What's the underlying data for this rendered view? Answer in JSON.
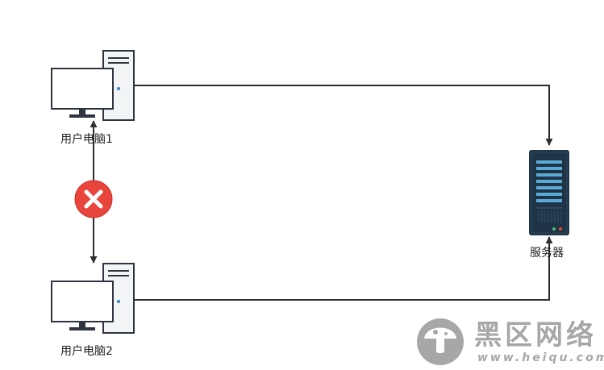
{
  "nodes": {
    "pc1": {
      "label": "用户电脑1",
      "icon": "desktop-computer-icon"
    },
    "pc2": {
      "label": "用户电脑2",
      "icon": "desktop-computer-icon"
    },
    "server": {
      "label": "服务器",
      "icon": "server-rack-icon"
    }
  },
  "edges": [
    {
      "from": "pc1",
      "to": "server",
      "style": "arrow"
    },
    {
      "from": "pc2",
      "to": "server",
      "style": "arrow"
    },
    {
      "from": "pc1",
      "to": "pc2",
      "style": "double-arrow",
      "blocked": true,
      "marker_icon": "blocked-x-icon"
    }
  ],
  "watermark": {
    "title": "黑区网络",
    "url": "www.heiqu.com",
    "logo_icon": "mushroom-logo-icon"
  },
  "colors": {
    "line": "#2e2e2e",
    "blocked_marker": "#e8453c",
    "server_body": "#1f3447",
    "server_slot": "#5aa9d6",
    "watermark": "#a7a7a7"
  }
}
